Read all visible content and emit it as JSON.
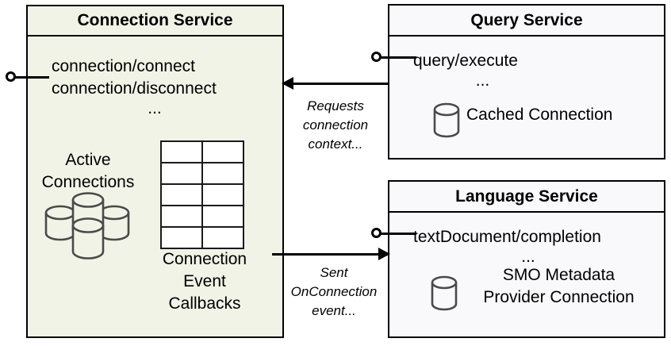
{
  "diagram": {
    "type": "component-diagram",
    "colors": {
      "connection_fill": "#f1f3e7",
      "service_fill": "#f9f9fb",
      "stroke": "#000000",
      "icon_stroke": "#4a4a4a",
      "background": "#ffffff"
    },
    "components": [
      {
        "id": "connection-service",
        "title": "Connection Service",
        "operations": [
          "connection/connect",
          "connection/disconnect"
        ],
        "ellipsis": "...",
        "captions": {
          "active_connections": "Active\nConnections",
          "active_connections_line1": "Active",
          "active_connections_line2": "Connections",
          "callbacks_line1": "Connection",
          "callbacks_line2": "Event",
          "callbacks_line3": "Callbacks"
        },
        "table": {
          "rows": 5,
          "columns": 2
        },
        "cylinder_count": 4,
        "provided_interface": true
      },
      {
        "id": "query-service",
        "title": "Query Service",
        "operations": [
          "query/execute"
        ],
        "ellipsis": "...",
        "icon_label": "Cached Connection",
        "cylinder_count": 1,
        "provided_interface": true
      },
      {
        "id": "language-service",
        "title": "Language Service",
        "operations": [
          "textDocument/completion"
        ],
        "ellipsis": "...",
        "icon_label_line1": "SMO Metadata",
        "icon_label_line2": "Provider Connection",
        "cylinder_count": 1,
        "provided_interface": true
      }
    ],
    "connectors": [
      {
        "id": "requests-connection-context",
        "from": "query-service",
        "to": "connection-service",
        "direction": "left",
        "label_line1": "Requests",
        "label_line2": "connection",
        "label_line3": "context..."
      },
      {
        "id": "sent-onconnection-event",
        "from": "connection-service",
        "to": "language-service",
        "direction": "right",
        "label_line1": "Sent",
        "label_line2": "OnConnection",
        "label_line3": "event..."
      }
    ]
  }
}
